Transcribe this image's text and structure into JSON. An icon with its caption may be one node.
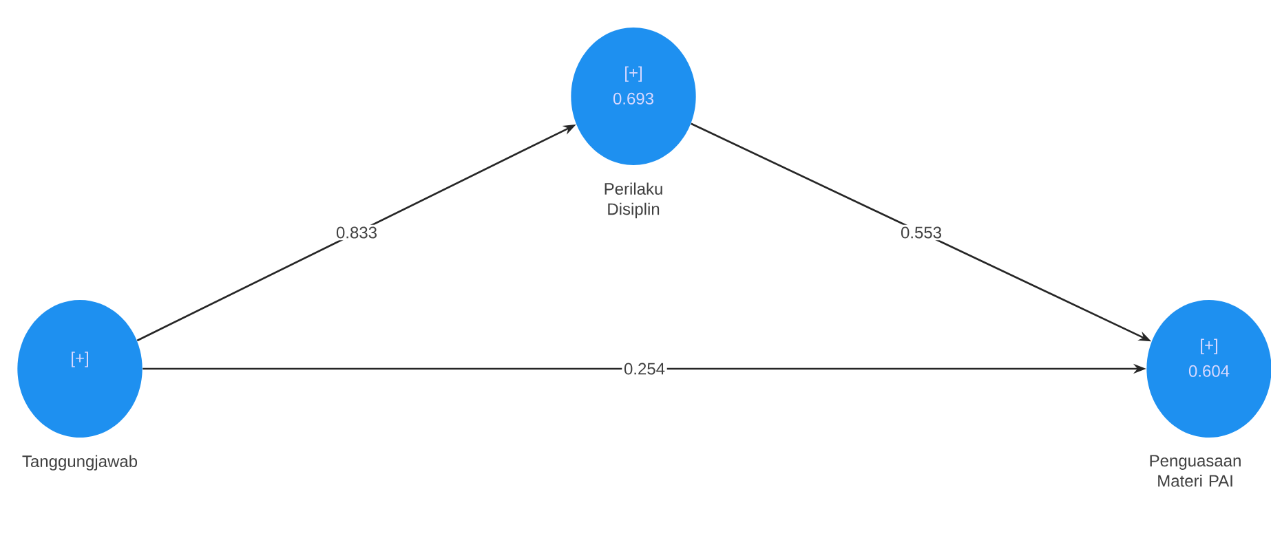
{
  "diagram": {
    "nodes": [
      {
        "text": [
          "[+]"
        ],
        "beside": [
          "Tanggungjawab"
        ]
      },
      {
        "text": [
          "[+]",
          "0.693"
        ],
        "beside": [
          "Perilaku Disiplin"
        ]
      },
      {
        "text": [
          "[+]",
          "0.604"
        ],
        "beside": [
          "Penguasaan Materi PAI"
        ]
      }
    ],
    "edges": [
      {
        "from": 0,
        "to": 1,
        "arrow": "to",
        "label": "0.833"
      },
      {
        "from": 1,
        "to": 2,
        "arrow": "to",
        "label": "0.553"
      },
      {
        "from": 0,
        "to": 2,
        "arrow": "to",
        "label": "0.254"
      }
    ]
  }
}
